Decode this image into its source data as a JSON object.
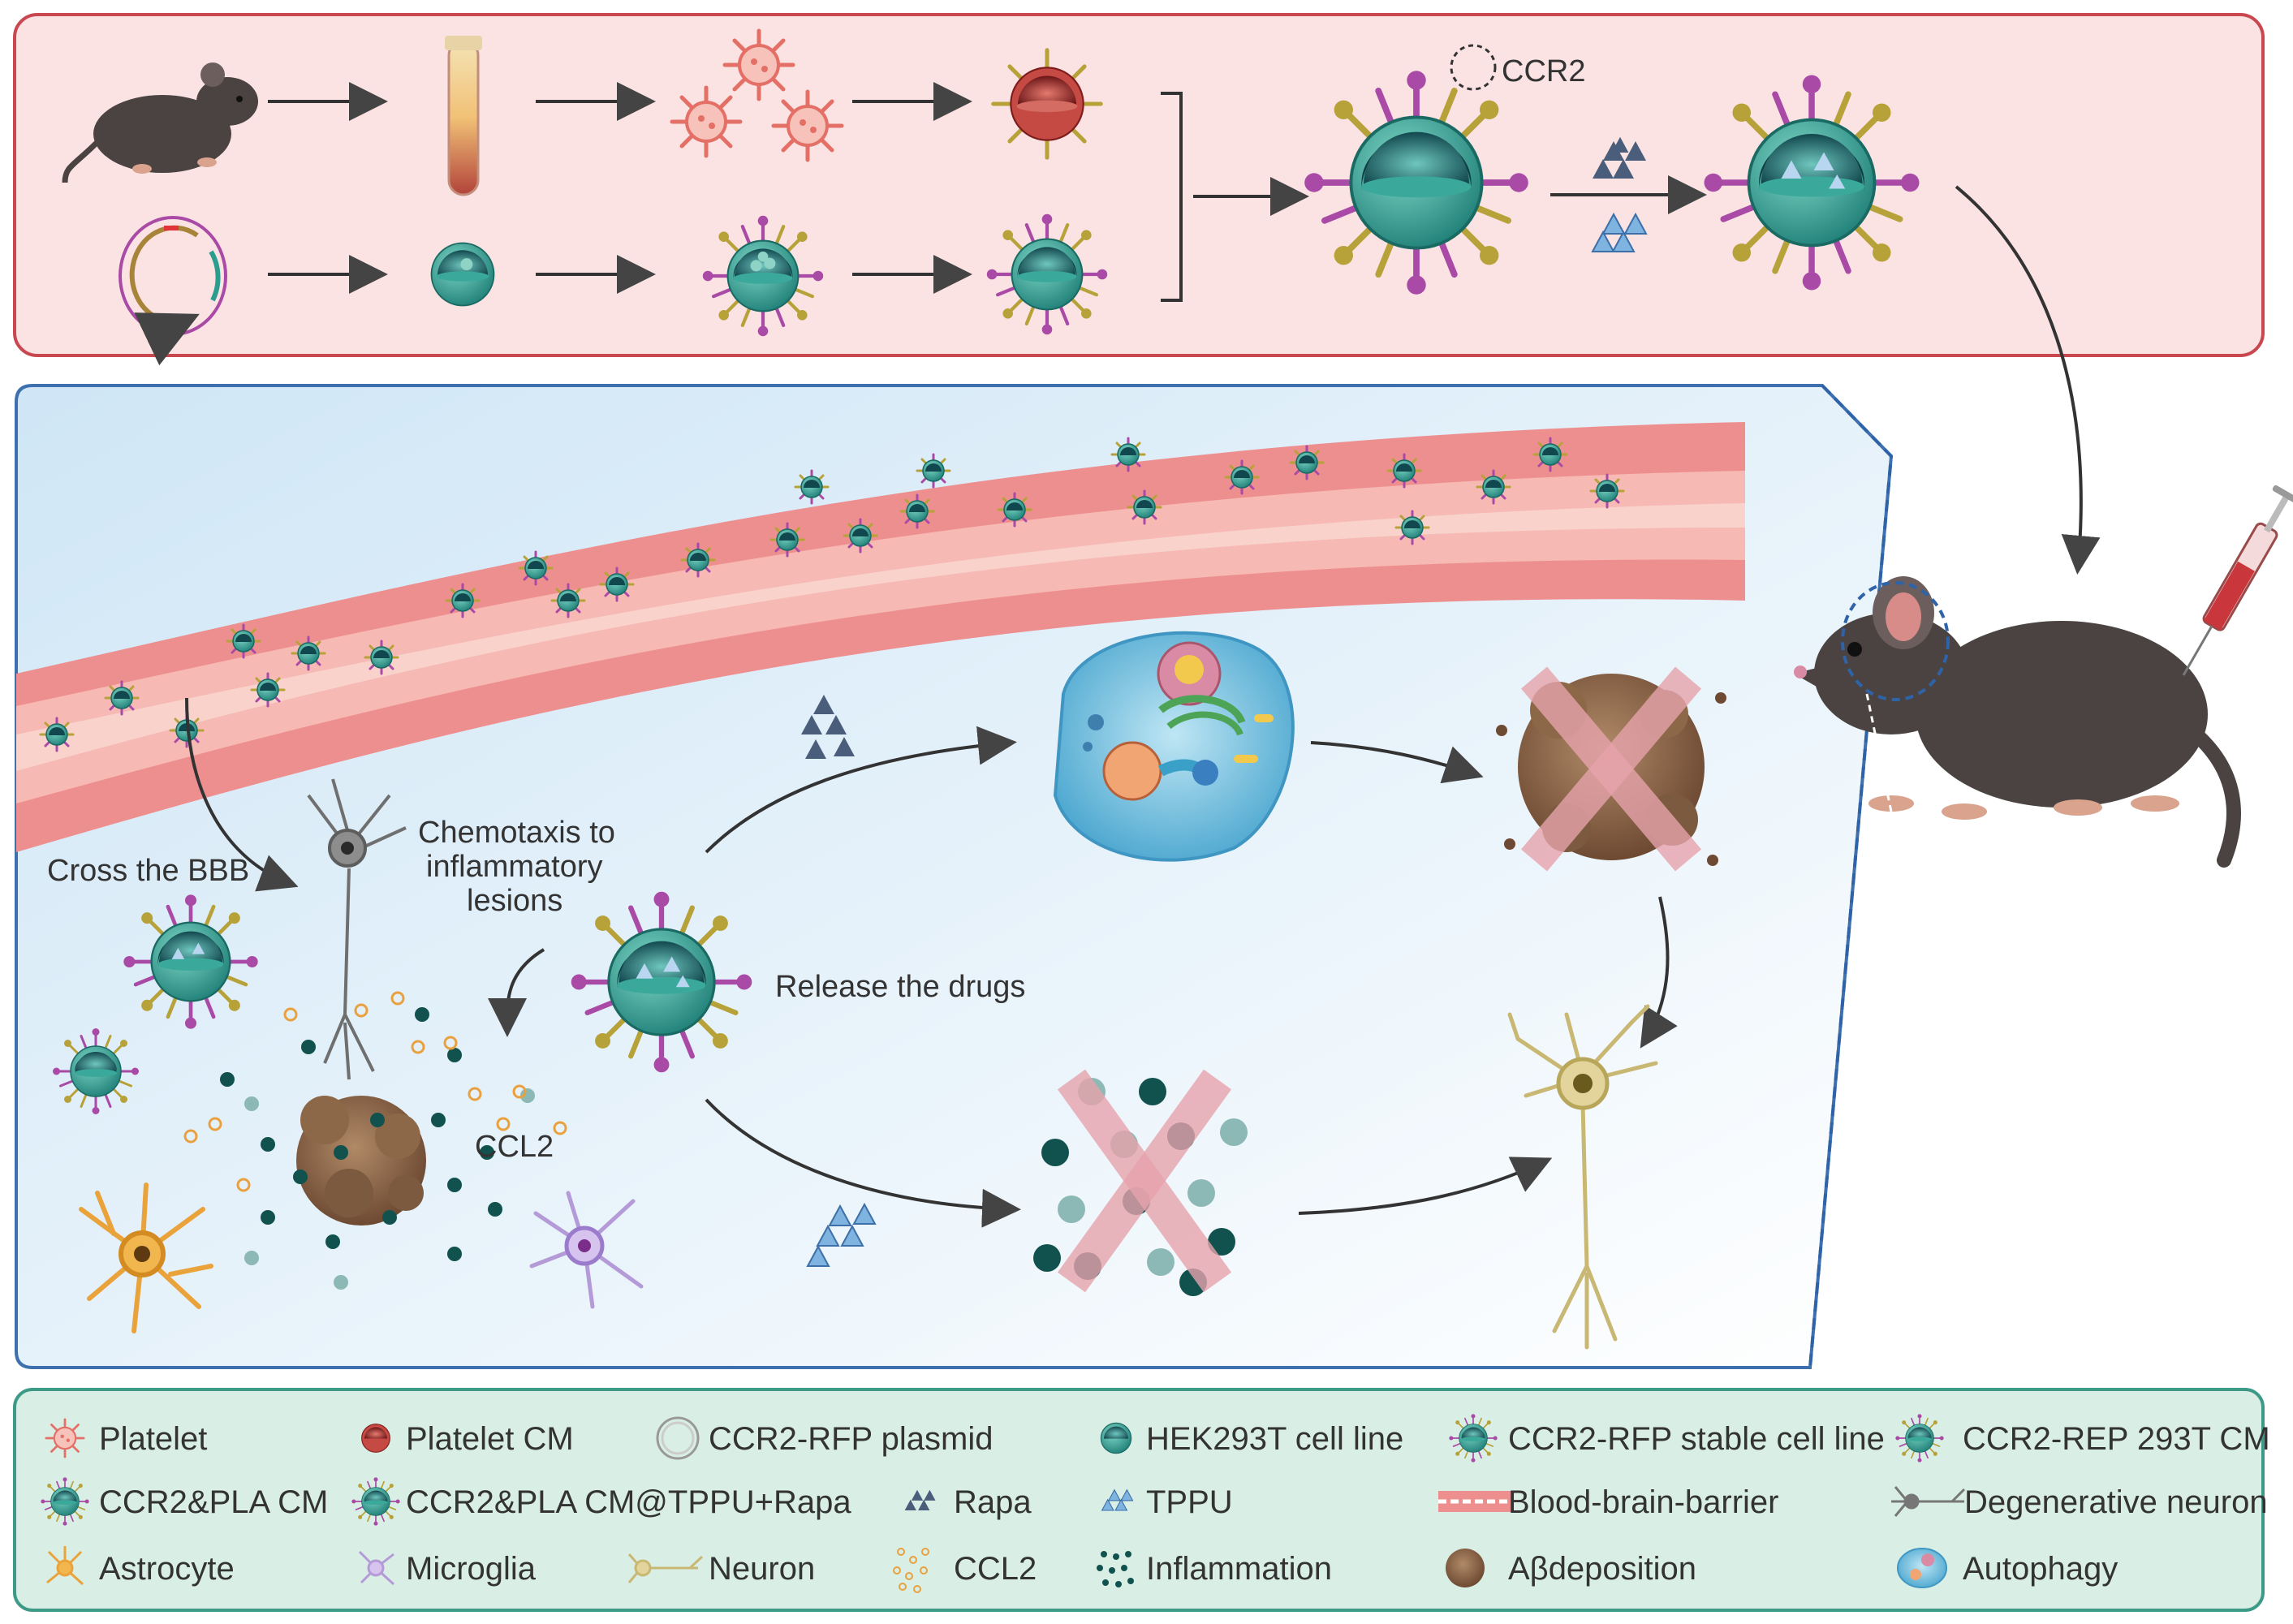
{
  "diagram": {
    "ccr2_label": "CCR2",
    "cross_bbb_label": "Cross the BBB",
    "chemotaxis_label": [
      "Chemotaxis to",
      "inflammatory",
      "lesions"
    ],
    "release_label": "Release the drugs",
    "ccl2_label": "CCL2"
  },
  "legend": {
    "items": [
      {
        "icon": "platelet-icon",
        "label": "Platelet"
      },
      {
        "icon": "platelet-cm-icon",
        "label": "Platelet CM"
      },
      {
        "icon": "plasmid-icon",
        "label": "CCR2-RFP plasmid"
      },
      {
        "icon": "hek293t-cell-icon",
        "label": "HEK293T cell line"
      },
      {
        "icon": "stable-cell-line-icon",
        "label": "CCR2-RFP stable cell line"
      },
      {
        "icon": "ccr2-rep-cm-icon",
        "label": "CCR2-REP 293T CM"
      },
      {
        "icon": "ccr2-pla-cm-icon",
        "label": "CCR2&PLA CM"
      },
      {
        "icon": "loaded-nanoparticle-icon",
        "label": "CCR2&PLA CM@TPPU+Rapa"
      },
      {
        "icon": "rapa-icon",
        "label": "Rapa"
      },
      {
        "icon": "tppu-icon",
        "label": "TPPU"
      },
      {
        "icon": "bbb-icon",
        "label": "Blood-brain-barrier"
      },
      {
        "icon": "degenerative-neuron-icon",
        "label": "Degenerative neuron"
      },
      {
        "icon": "astrocyte-icon",
        "label": "Astrocyte"
      },
      {
        "icon": "microglia-icon",
        "label": "Microglia"
      },
      {
        "icon": "neuron-icon",
        "label": "Neuron"
      },
      {
        "icon": "ccl2-icon",
        "label": "CCL2"
      },
      {
        "icon": "inflammation-icon",
        "label": "Inflammation"
      },
      {
        "icon": "abeta-icon",
        "label": "Aβdeposition"
      },
      {
        "icon": "autophagy-icon",
        "label": "Autophagy"
      }
    ]
  },
  "colors": {
    "top_panel_bg": "#fbe3e3",
    "top_panel_border": "#c9474e",
    "middle_panel_border": "#3e6fae",
    "legend_bg": "#d9efe6",
    "legend_border": "#3c9a86",
    "vessel": "#ee8f8f",
    "membrane_teal": "#2a9d8f",
    "spike_purple": "#a94aa6",
    "spike_olive": "#b7a23a"
  }
}
